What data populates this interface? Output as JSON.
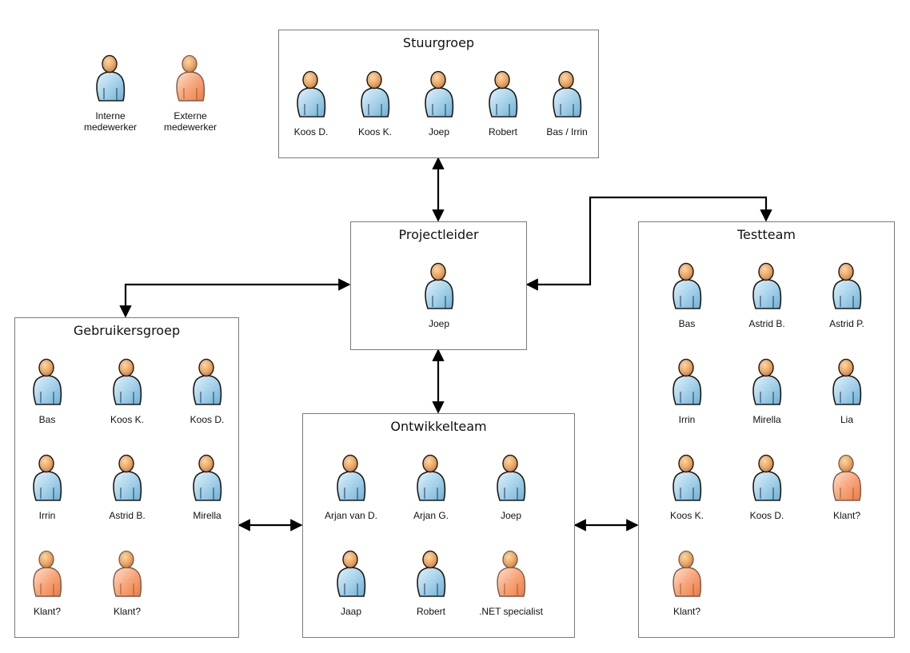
{
  "colors": {
    "internal_body": "#a9d3ea",
    "external_body": "#f7a77c",
    "head": "#e8a666",
    "border": "#7a7a7a",
    "arrow": "#000000"
  },
  "legend": [
    {
      "label_line1": "Interne",
      "label_line2": "medewerker",
      "type": "internal"
    },
    {
      "label_line1": "Externe",
      "label_line2": "medewerker",
      "type": "external"
    }
  ],
  "groups": {
    "stuurgroep": {
      "title": "Stuurgroep",
      "members": [
        {
          "name": "Koos D.",
          "type": "internal"
        },
        {
          "name": "Koos K.",
          "type": "internal"
        },
        {
          "name": "Joep",
          "type": "internal"
        },
        {
          "name": "Robert",
          "type": "internal"
        },
        {
          "name": "Bas / Irrin",
          "type": "internal"
        }
      ]
    },
    "projectleider": {
      "title": "Projectleider",
      "members": [
        {
          "name": "Joep",
          "type": "internal"
        }
      ]
    },
    "gebruikersgroep": {
      "title": "Gebruikersgroep",
      "members": [
        {
          "name": "Bas",
          "type": "internal"
        },
        {
          "name": "Koos K.",
          "type": "internal"
        },
        {
          "name": "Koos D.",
          "type": "internal"
        },
        {
          "name": "Irrin",
          "type": "internal"
        },
        {
          "name": "Astrid B.",
          "type": "internal"
        },
        {
          "name": "Mirella",
          "type": "internal"
        },
        {
          "name": "Klant?",
          "type": "external"
        },
        {
          "name": "Klant?",
          "type": "external"
        }
      ]
    },
    "ontwikkelteam": {
      "title": "Ontwikkelteam",
      "members": [
        {
          "name": "Arjan van D.",
          "type": "internal"
        },
        {
          "name": "Arjan G.",
          "type": "internal"
        },
        {
          "name": "Joep",
          "type": "internal"
        },
        {
          "name": "Jaap",
          "type": "internal"
        },
        {
          "name": "Robert",
          "type": "internal"
        },
        {
          "name": ".NET specialist",
          "type": "external"
        }
      ]
    },
    "testteam": {
      "title": "Testteam",
      "members": [
        {
          "name": "Bas",
          "type": "internal"
        },
        {
          "name": "Astrid B.",
          "type": "internal"
        },
        {
          "name": "Astrid P.",
          "type": "internal"
        },
        {
          "name": "Irrin",
          "type": "internal"
        },
        {
          "name": "Mirella",
          "type": "internal"
        },
        {
          "name": "Lia",
          "type": "internal"
        },
        {
          "name": "Koos K.",
          "type": "internal"
        },
        {
          "name": "Koos D.",
          "type": "internal"
        },
        {
          "name": "Klant?",
          "type": "external"
        },
        {
          "name": "Klant?",
          "type": "external"
        }
      ]
    }
  },
  "connections": [
    {
      "from": "Stuurgroep",
      "to": "Projectleider",
      "direction": "both"
    },
    {
      "from": "Projectleider",
      "to": "Gebruikersgroep",
      "direction": "both"
    },
    {
      "from": "Projectleider",
      "to": "Testteam",
      "direction": "both"
    },
    {
      "from": "Projectleider",
      "to": "Ontwikkelteam",
      "direction": "both"
    },
    {
      "from": "Gebruikersgroep",
      "to": "Ontwikkelteam",
      "direction": "both"
    },
    {
      "from": "Ontwikkelteam",
      "to": "Testteam",
      "direction": "both"
    }
  ]
}
